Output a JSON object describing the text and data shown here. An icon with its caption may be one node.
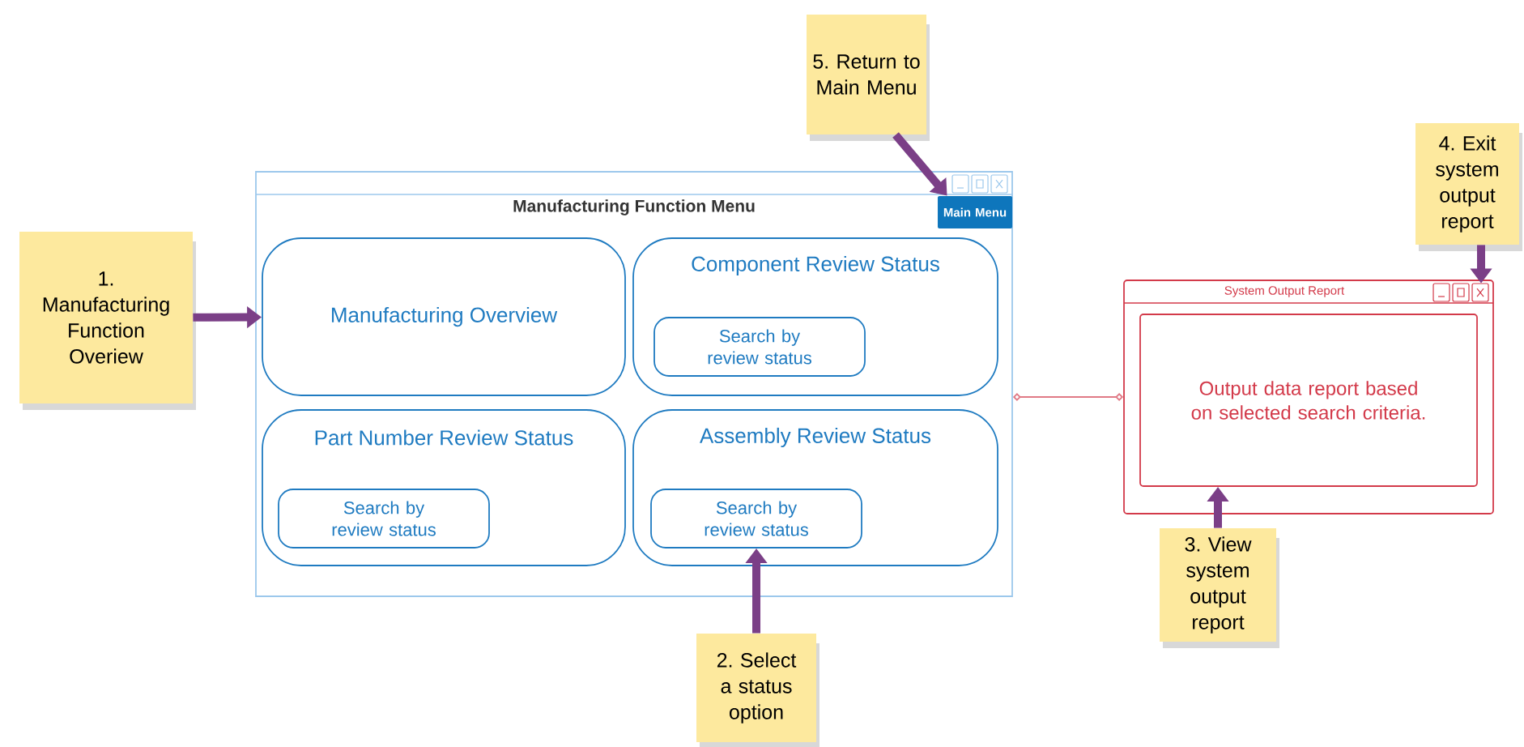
{
  "diagram": {
    "nodes": [
      {
        "text": [
          "Manufacturing Function Menu"
        ]
      },
      {
        "text": [
          "Main Menu"
        ],
        "in": 0
      },
      {
        "text": [
          "Manufacturing Overview"
        ],
        "in": 0
      },
      {
        "text": [
          "Component Review Status"
        ],
        "in": 0
      },
      {
        "text": [
          "Search by review status"
        ],
        "in": 3
      },
      {
        "text": [
          "Part Number Review Status"
        ],
        "in": 0
      },
      {
        "text": [
          "Search by review status"
        ],
        "in": 5
      },
      {
        "text": [
          "Assembly Review Status"
        ],
        "in": 0
      },
      {
        "text": [
          "Search by review status"
        ],
        "in": 7
      },
      {
        "text": [
          "System Output Report"
        ]
      },
      {
        "text": [
          "Output data report based on selected search criteria."
        ],
        "in": 9
      },
      {
        "text": [],
        "shape": "box",
        "in": 9
      },
      {
        "text": [
          "1. Manufacturing Function Overiew"
        ]
      },
      {
        "text": [
          "2. Select a status option"
        ]
      },
      {
        "text": [
          "3. View system output report"
        ]
      },
      {
        "text": [
          "4. Exit system output report"
        ]
      },
      {
        "text": [
          "5. Return to Main Menu"
        ]
      }
    ],
    "edges": [
      {
        "from": 12,
        "to": 2,
        "arrow": "to"
      },
      {
        "from": 13,
        "to": 8,
        "arrow": "to"
      },
      {
        "from": 14,
        "to": 10,
        "arrow": "to"
      },
      {
        "from": 15,
        "to": 11,
        "arrow": "to"
      },
      {
        "from": 16,
        "to": 1,
        "arrow": "to"
      },
      {
        "from": 0,
        "to": 9,
        "arrow": "other",
        "color": "#e07a86"
      }
    ]
  }
}
